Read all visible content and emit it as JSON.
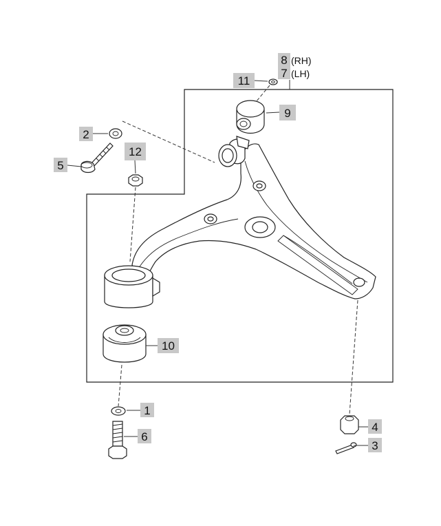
{
  "callouts": {
    "c1": "1",
    "c2": "2",
    "c3": "3",
    "c4": "4",
    "c5": "5",
    "c6": "6",
    "c7": "7",
    "c7_side": "(LH)",
    "c8": "8",
    "c8_side": "(RH)",
    "c9": "9",
    "c10": "10",
    "c11": "11",
    "c12": "12"
  },
  "colors": {
    "callout_box": "#c8c8c8",
    "line": "#222222",
    "background": "#ffffff"
  }
}
